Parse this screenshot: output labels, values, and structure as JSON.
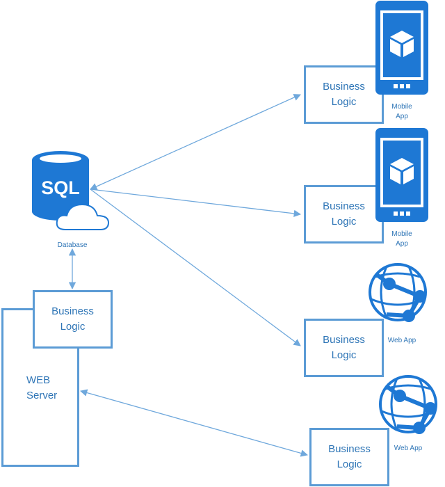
{
  "colors": {
    "accent": "#2e75b6",
    "border": "#5b9bd5",
    "icon_blue": "#1e78d4",
    "line": "#6fa8dc"
  },
  "database": {
    "icon_text": "SQL",
    "caption": "Database"
  },
  "web_server": {
    "label": "WEB\nServer",
    "business_logic": "Business\nLogic"
  },
  "clients": [
    {
      "business_logic": "Business\nLogic",
      "caption": "Mobile\nApp",
      "icon": "mobile-phone-icon"
    },
    {
      "business_logic": "Business\nLogic",
      "caption": "Mobile\nApp",
      "icon": "mobile-phone-icon"
    },
    {
      "business_logic": "Business\nLogic",
      "caption": "Web App",
      "icon": "globe-icon"
    },
    {
      "business_logic": "Business\nLogic",
      "caption": "Web App",
      "icon": "globe-icon"
    }
  ]
}
